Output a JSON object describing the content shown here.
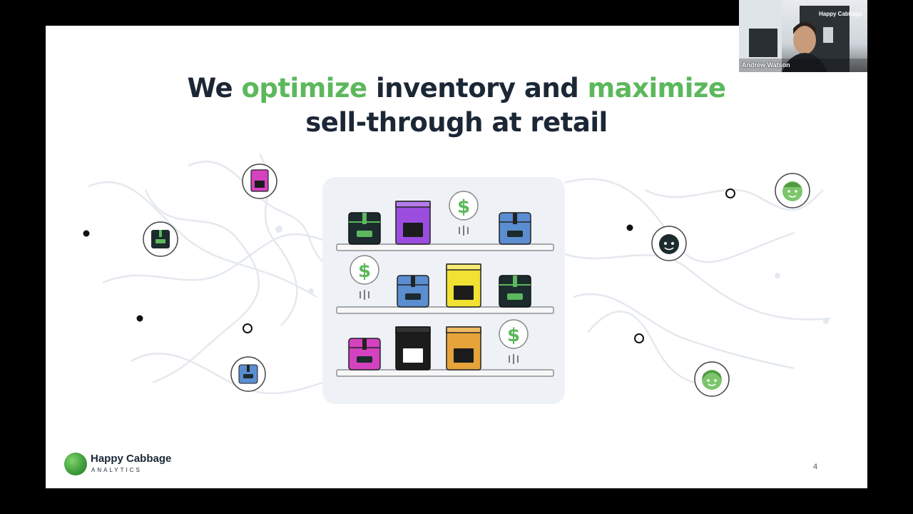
{
  "slide": {
    "title_line1": {
      "part1": "We ",
      "hl1": "optimize",
      "part2": " inventory and ",
      "hl2": "maximize"
    },
    "title_line2": "sell-through at retail",
    "page_number": "4",
    "colors": {
      "accent": "#5cb85c",
      "heading": "#1b2735"
    }
  },
  "logo": {
    "name": "Happy Cabbage",
    "tagline": "ANALYTICS"
  },
  "video_tile": {
    "participant_name": "Andrew Watson",
    "background_brand": "Happy Cabbage"
  },
  "icons": [
    "package-icon",
    "pouch-icon",
    "dollar-icon",
    "customer-icon"
  ]
}
